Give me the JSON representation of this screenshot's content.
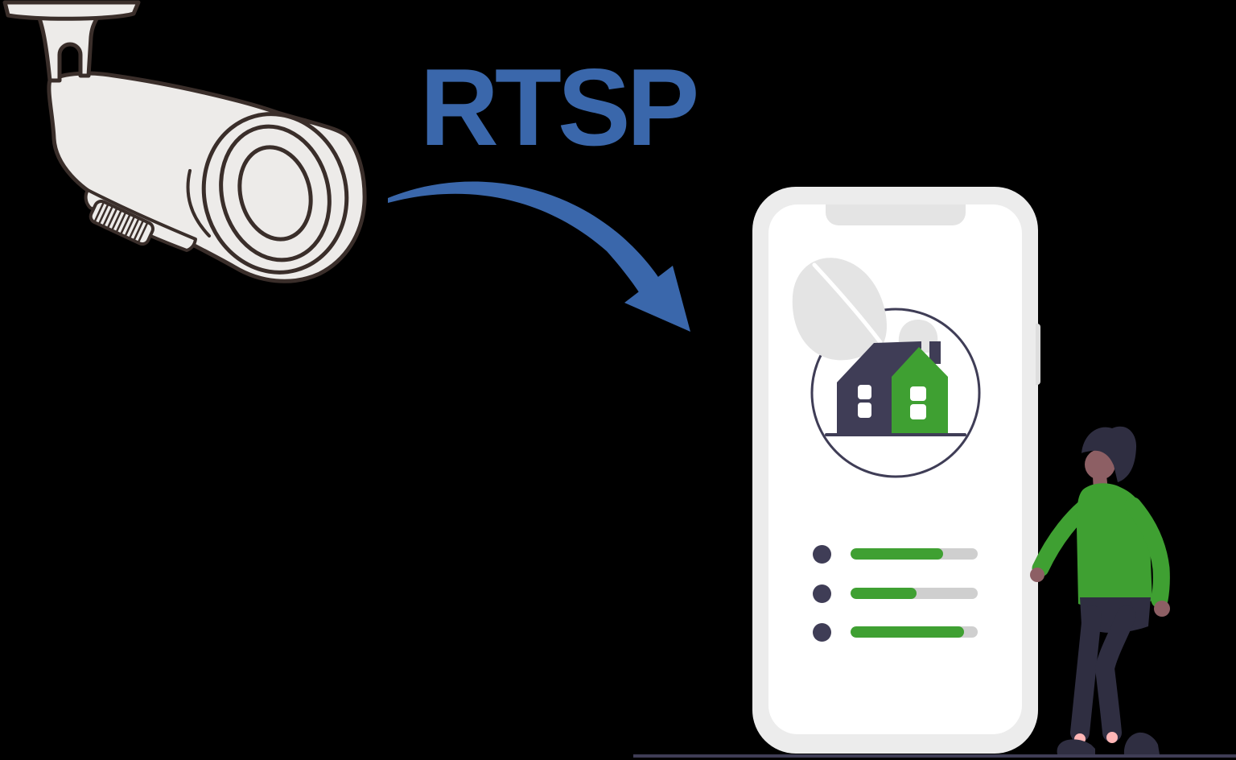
{
  "scene": {
    "label": "RTSP"
  },
  "colors": {
    "background": "#000000",
    "blue": "#3a67ab",
    "green": "#3fa032",
    "dark_navy": "#3f3d56",
    "darker_navy": "#2f2e41",
    "light_gray": "#e4e4e4",
    "phone_frame": "#ececec",
    "track_gray": "#cfcfcf",
    "camera_fill": "#edebe9",
    "camera_outline": "#3a2e2a",
    "skin": "#8d5f64",
    "ankle_skin": "#ffb6b6",
    "white": "#ffffff"
  },
  "phone": {
    "list_rows": [
      {
        "progress_pct": 73
      },
      {
        "progress_pct": 52
      },
      {
        "progress_pct": 89
      }
    ]
  }
}
